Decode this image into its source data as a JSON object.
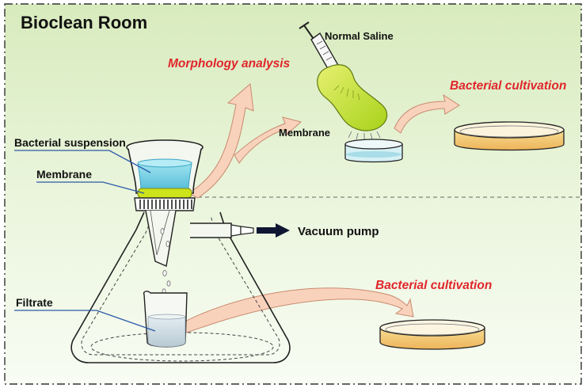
{
  "title": "Bioclean Room",
  "labels": {
    "normal_saline": "Normal Saline",
    "morphology_analysis": "Morphology analysis",
    "bacterial_cultivation_top": "Bacterial cultivation",
    "membrane_right": "Membrane",
    "bacterial_suspension": "Bacterial suspension",
    "membrane_left": "Membrane",
    "vacuum_pump": "Vacuum pump",
    "filtrate": "Filtrate",
    "bacterial_cultivation_bottom": "Bacterial cultivation"
  },
  "colors": {
    "background_top": "#d9ecc0",
    "background_bottom": "#f7fbf2",
    "highlight_red": "#e0262b",
    "arrow_fill": "#f9d2bc",
    "suspension": "#7fd3e8",
    "membrane": "#cde31a",
    "culture_medium": "#f2c46b",
    "filtrate": "#c9d7df",
    "pump_arrow": "#0f1633"
  }
}
